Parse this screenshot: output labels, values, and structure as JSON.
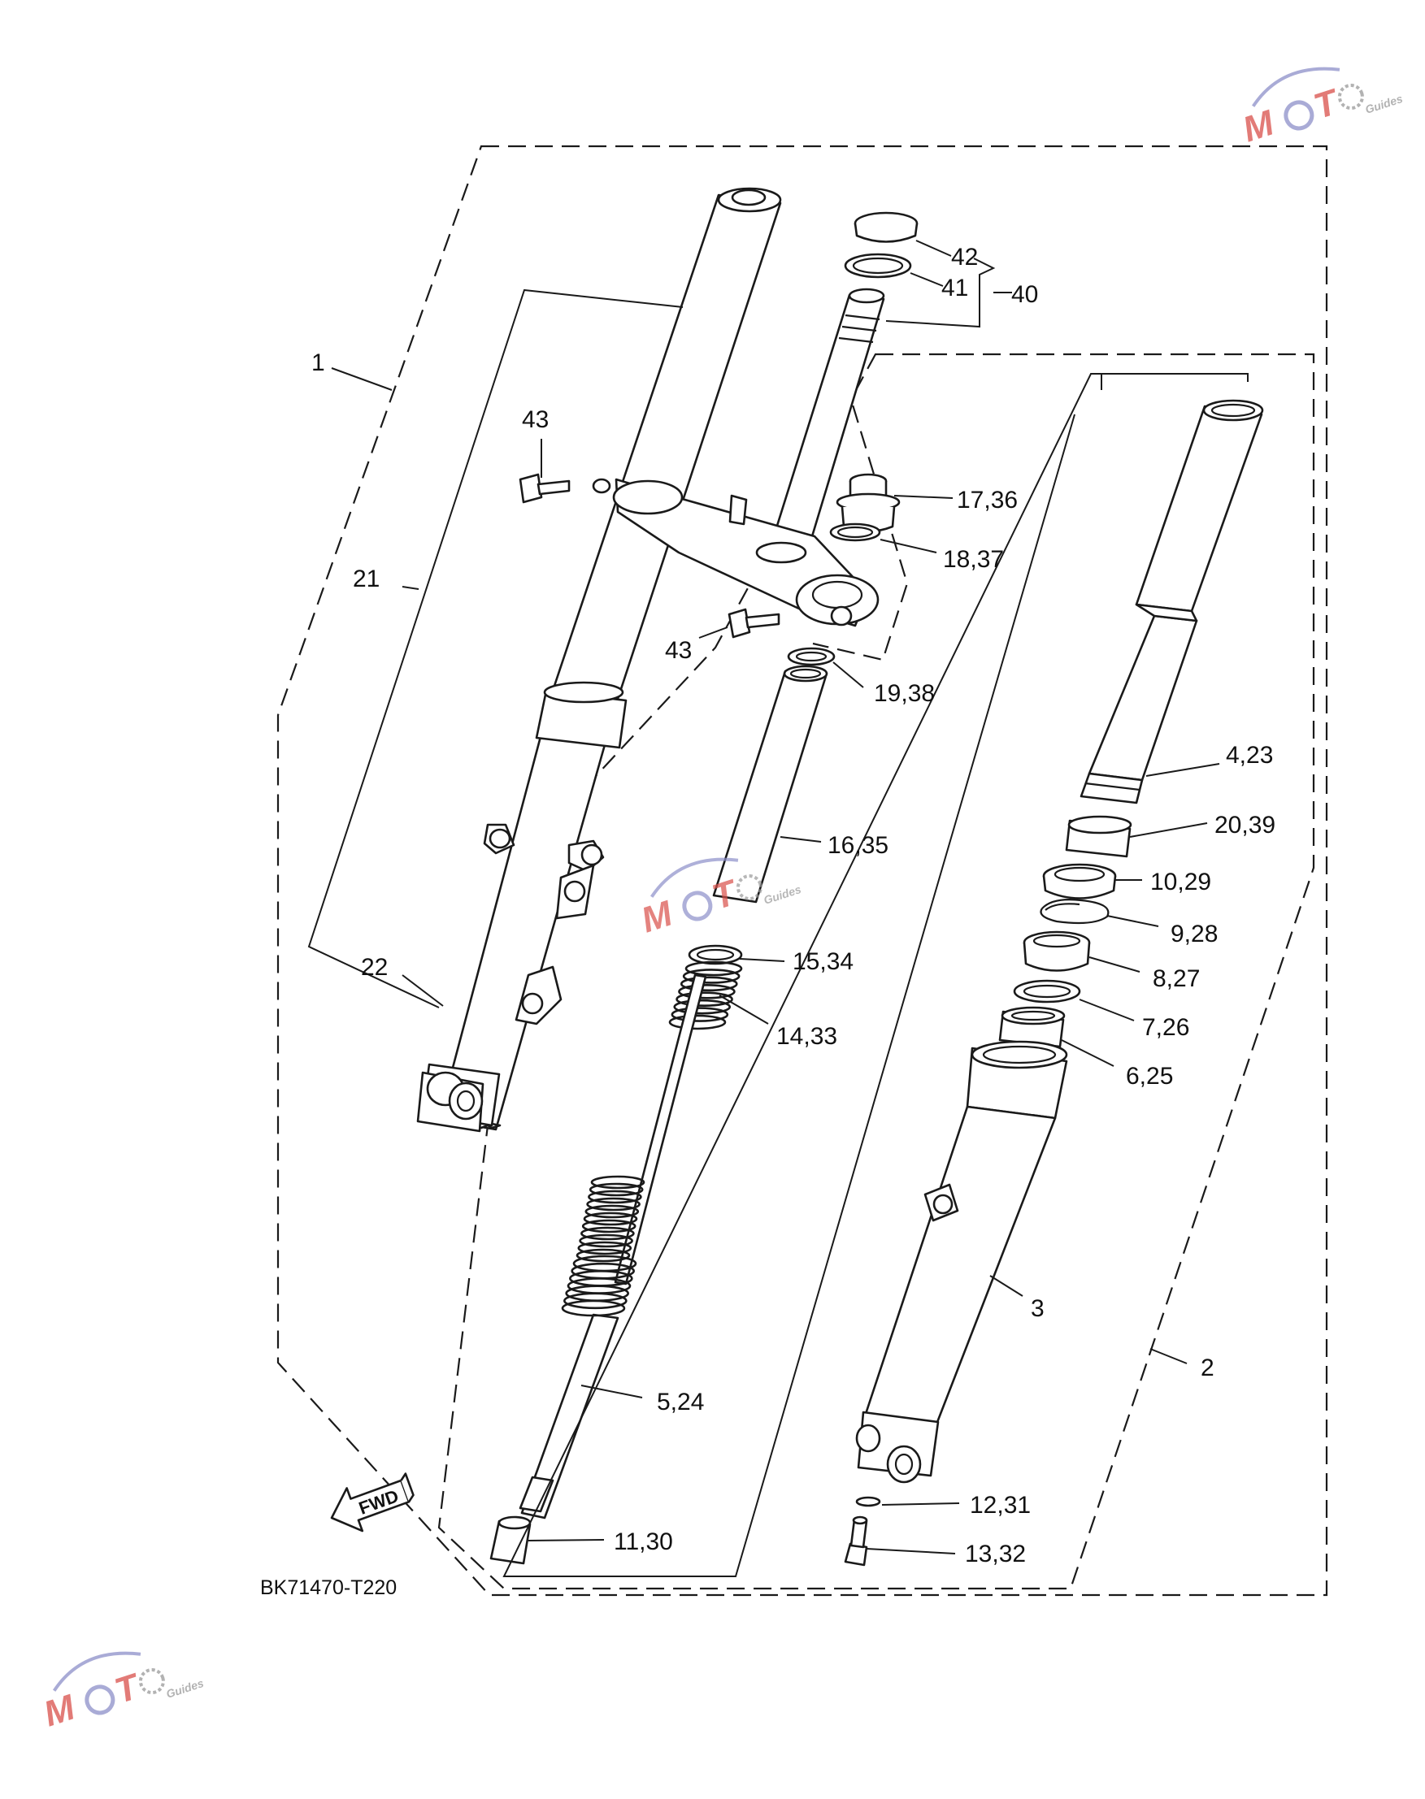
{
  "diagram_code": "BK71470-T220",
  "fwd_label": "FWD",
  "watermark": {
    "main": "MOTO",
    "sub": "Guides",
    "color_accent": "#d9504a",
    "color_second": "#8d8fc9"
  },
  "callouts": {
    "c1": "1",
    "c2": "2",
    "c3": "3",
    "c4_23": "4,23",
    "c5_24": "5,24",
    "c6_25": "6,25",
    "c7_26": "7,26",
    "c8_27": "8,27",
    "c9_28": "9,28",
    "c10_29": "10,29",
    "c11_30": "11,30",
    "c12_31": "12,31",
    "c13_32": "13,32",
    "c14_33": "14,33",
    "c15_34": "15,34",
    "c16_35": "16,35",
    "c17_36": "17,36",
    "c18_37": "18,37",
    "c19_38": "19,38",
    "c20_39": "20,39",
    "c21": "21",
    "c22": "22",
    "c40": "40",
    "c41": "41",
    "c42": "42",
    "c43a": "43",
    "c43b": "43"
  }
}
